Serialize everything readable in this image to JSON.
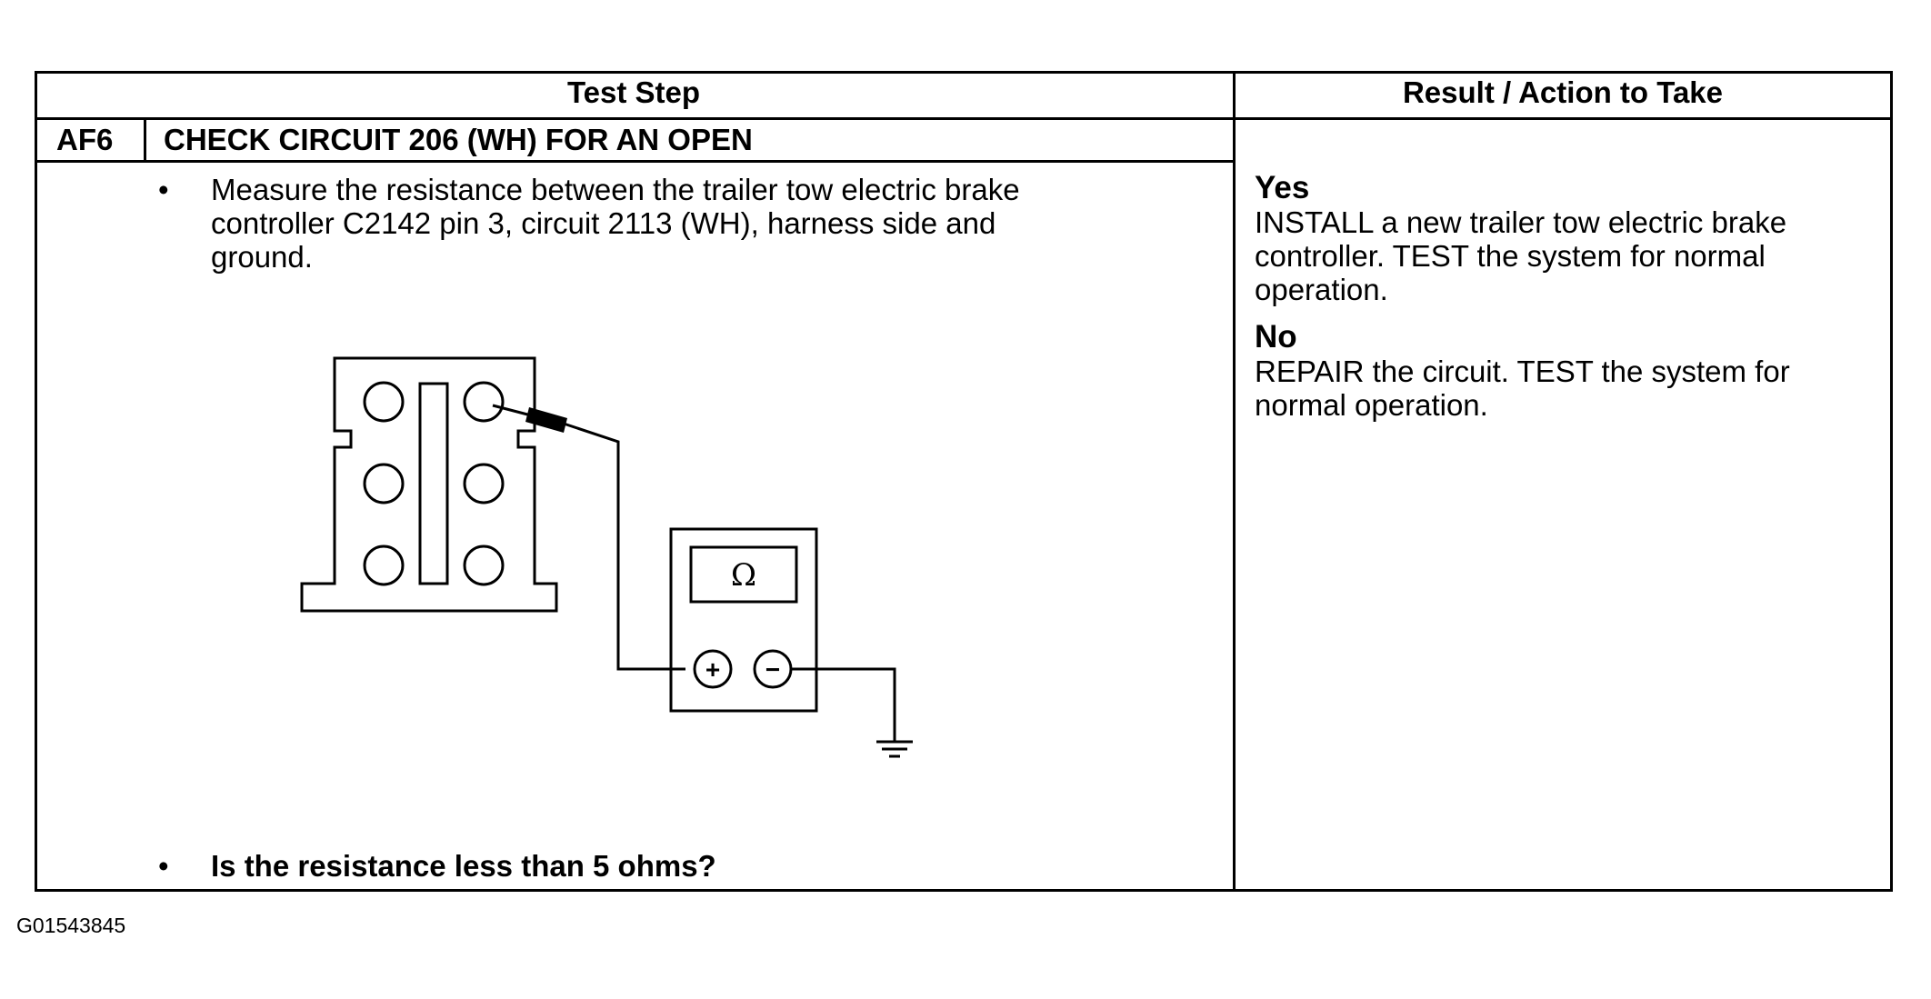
{
  "table": {
    "headers": {
      "test_step": "Test Step",
      "result": "Result / Action to Take"
    },
    "step": {
      "id": "AF6",
      "title": "CHECK CIRCUIT 206 (WH) FOR AN OPEN",
      "bullet_symbol": "•",
      "instruction": "Measure the resistance between the trailer tow electric brake\ncontroller C2142 pin 3, circuit 2113 (WH), harness side and\nground.",
      "question": "Is the resistance less than 5 ohms?"
    },
    "results": [
      {
        "label": "Yes",
        "action": "INSTALL a new trailer tow electric brake\ncontroller. TEST the system for normal\noperation."
      },
      {
        "label": "No",
        "action": "REPAIR the circuit. TEST the system for\nnormal operation."
      }
    ]
  },
  "diagram": {
    "meter_symbol": "Ω",
    "positive_terminal": "+",
    "negative_terminal": "−"
  },
  "figure_code": "G01543845"
}
